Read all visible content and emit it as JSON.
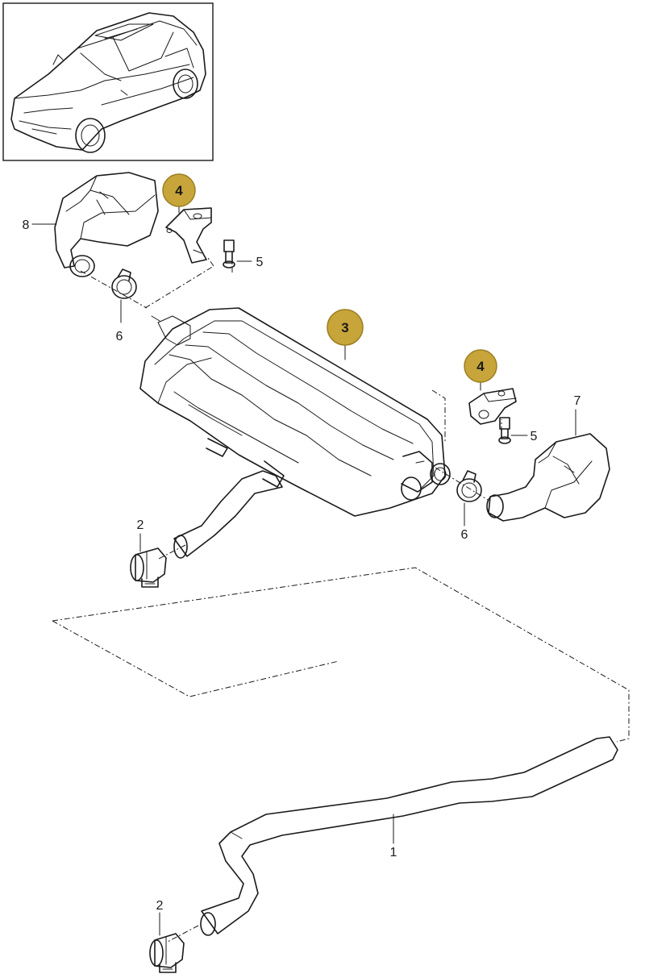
{
  "labels": {
    "p1": "1",
    "p2a": "2",
    "p2b": "2",
    "p3": "3",
    "p4a": "4",
    "p4b": "4",
    "p5a": "5",
    "p5b": "5",
    "p6a": "6",
    "p6b": "6",
    "p7": "7",
    "p8": "8"
  },
  "colors": {
    "callout_fill": "#c7a53a",
    "callout_stroke": "#9b7f22",
    "line": "#1a1a1a",
    "background": "#ffffff"
  }
}
